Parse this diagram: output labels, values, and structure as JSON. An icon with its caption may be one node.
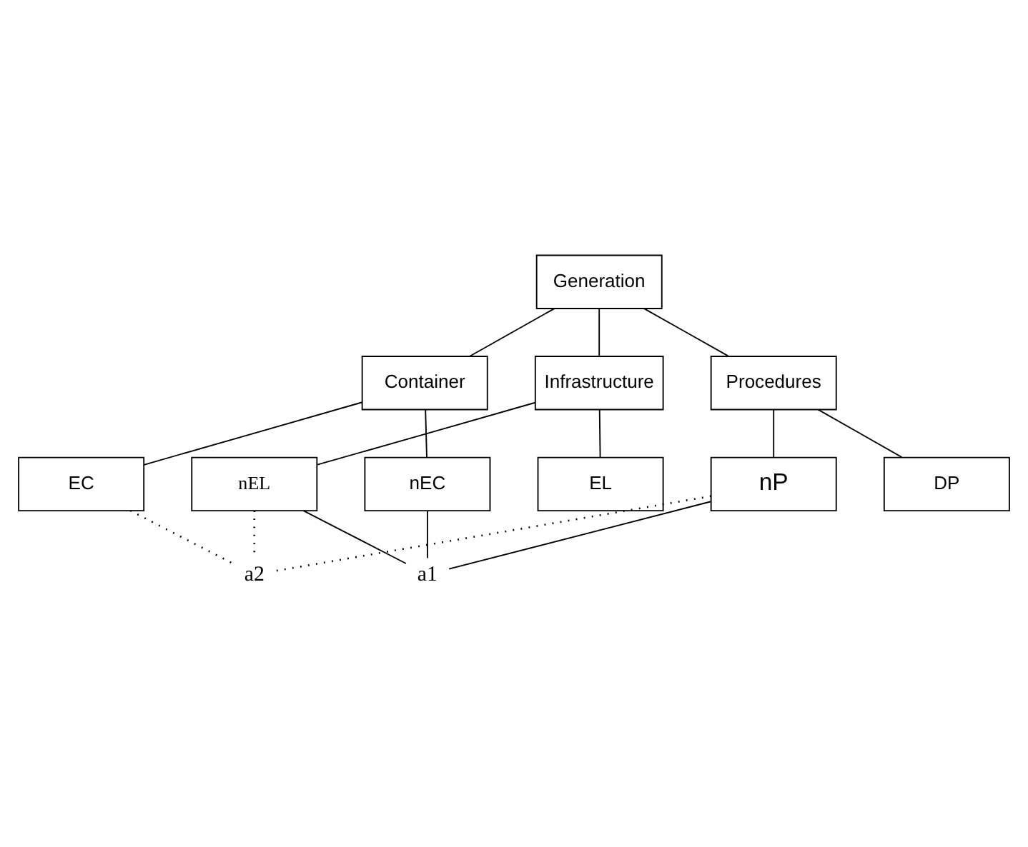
{
  "diagram": {
    "nodes": [
      {
        "text": [
          "Generation"
        ]
      },
      {
        "text": [
          "Container"
        ]
      },
      {
        "text": [
          "Infrastructure"
        ]
      },
      {
        "text": [
          "Procedures"
        ]
      },
      {
        "text": [
          "EC"
        ]
      },
      {
        "text": [
          "nEC"
        ]
      },
      {
        "text": [
          "EL"
        ]
      },
      {
        "text": [
          "nEL"
        ]
      },
      {
        "text": [
          "DP"
        ]
      },
      {
        "text": [
          "nP"
        ]
      },
      {
        "text": [
          "a1"
        ]
      },
      {
        "text": [
          "a2"
        ]
      }
    ],
    "edges": [
      {
        "from": 0,
        "to": 1,
        "arrow": "none"
      },
      {
        "from": 0,
        "to": 2,
        "arrow": "none"
      },
      {
        "from": 0,
        "to": 3,
        "arrow": "none"
      },
      {
        "from": 1,
        "to": 4,
        "arrow": "none"
      },
      {
        "from": 1,
        "to": 5,
        "arrow": "none"
      },
      {
        "from": 2,
        "to": 6,
        "arrow": "none"
      },
      {
        "from": 2,
        "to": 7,
        "arrow": "none"
      },
      {
        "from": 3,
        "to": 8,
        "arrow": "none"
      },
      {
        "from": 3,
        "to": 9,
        "arrow": "none"
      },
      {
        "from": 5,
        "to": 10,
        "arrow": "none"
      },
      {
        "from": 7,
        "to": 10,
        "arrow": "none"
      },
      {
        "from": 9,
        "to": 10,
        "arrow": "none"
      },
      {
        "from": 4,
        "to": 11,
        "arrow": "none",
        "style": "dashed"
      },
      {
        "from": 7,
        "to": 11,
        "arrow": "none",
        "style": "dashed"
      },
      {
        "from": 9,
        "to": 11,
        "arrow": "none",
        "style": "dashed"
      }
    ]
  }
}
